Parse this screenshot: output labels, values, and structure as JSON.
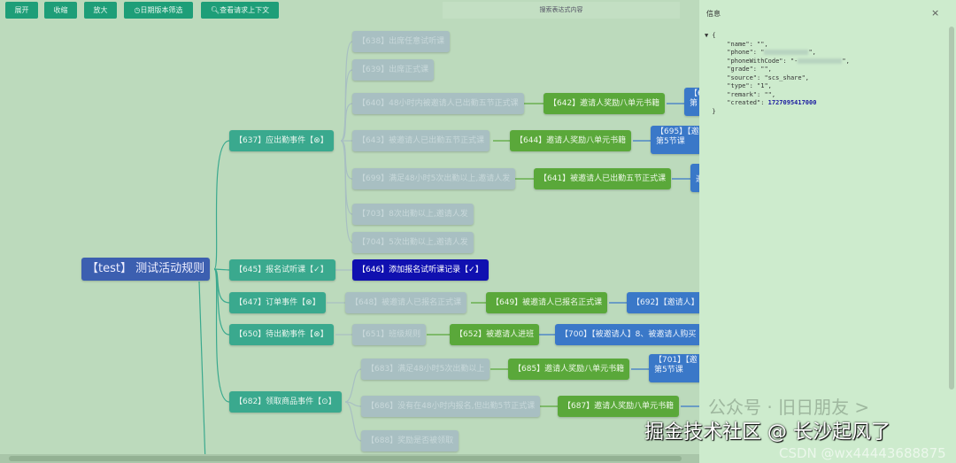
{
  "toolbar": {
    "expand": "展开",
    "collapse": "收缩",
    "zoom": "放大",
    "date_filter": "日期版本筛选",
    "context": "查看请求上下文",
    "search_placeholder": "搜索表达式内容"
  },
  "mindmap": {
    "root": "【test】 测试活动规则",
    "events": {
      "e637": "【637】应出勤事件【⊗】",
      "e645": "【645】报名试听课【✓】",
      "e647": "【647】订单事件【⊗】",
      "e650": "【650】待出勤事件【⊗】",
      "e682": "【682】领取商品事件【⊙】"
    },
    "selected": "【646】添加报名试听课记录【✓】",
    "conditions": {
      "c638": "【638】出席任意试听课",
      "c639": "【639】出席正式课",
      "c640": "【640】48小时内被邀请人已出勤五节正式课",
      "c643": "【643】被邀请人已出勤五节正式课",
      "c699": "【699】满足48小时5次出勤以上,邀请人发",
      "c703": "【703】8次出勤以上,邀请人发",
      "c704": "【704】5次出勤以上,邀请人发",
      "c648": "【648】被邀请人已报名正式课",
      "c651": "【651】班级规则",
      "c683": "【683】满足48小时5次出勤以上",
      "c686": "【686】没有在48小时内报名,但出勤5节正式课",
      "c688": "【688】奖励是否被领取"
    },
    "actions": {
      "a642": "【642】邀请人奖励八单元书籍",
      "a644": "【644】邀请人奖励八单元书籍",
      "a641": "【641】被邀请人已出勤五节正式课",
      "a649": "【649】被邀请人已报名正式课",
      "a652": "【652】被邀请人进班",
      "a685": "【685】邀请人奖励八单元书籍",
      "a687": "【687】邀请人奖励八单元书籍"
    },
    "results": {
      "r1": "【6",
      "r1b": "第",
      "r695": "【695】【邀",
      "r695b": "第5节课",
      "r3": "【",
      "r3b": "邀",
      "r692": "【692】【邀请人】",
      "r700": "【700】【被邀请人】8、被邀请人购买",
      "r701": "【701】【邀",
      "r701b": "第5节课"
    }
  },
  "panel": {
    "title": "信息",
    "close": "×",
    "json": {
      "name": "\"name\": \"\",",
      "phone": "\"phone\": \"",
      "phone_end": "\",",
      "pwc": "\"phoneWithCode\": \"-",
      "pwc_end": "\",",
      "grade": "\"grade\": \"\",",
      "source": "\"source\": \"scs_share\",",
      "type": "\"type\": \"1\",",
      "remark": "\"remark\": \"\",",
      "created_key": "\"created\": ",
      "created": "1727095417000"
    }
  },
  "watermark": {
    "line1": "公众号 · 旧日朋友 >",
    "line2": "掘金技术社区 @ 长沙起风了",
    "line3": "CSDN @wx44443688875"
  }
}
